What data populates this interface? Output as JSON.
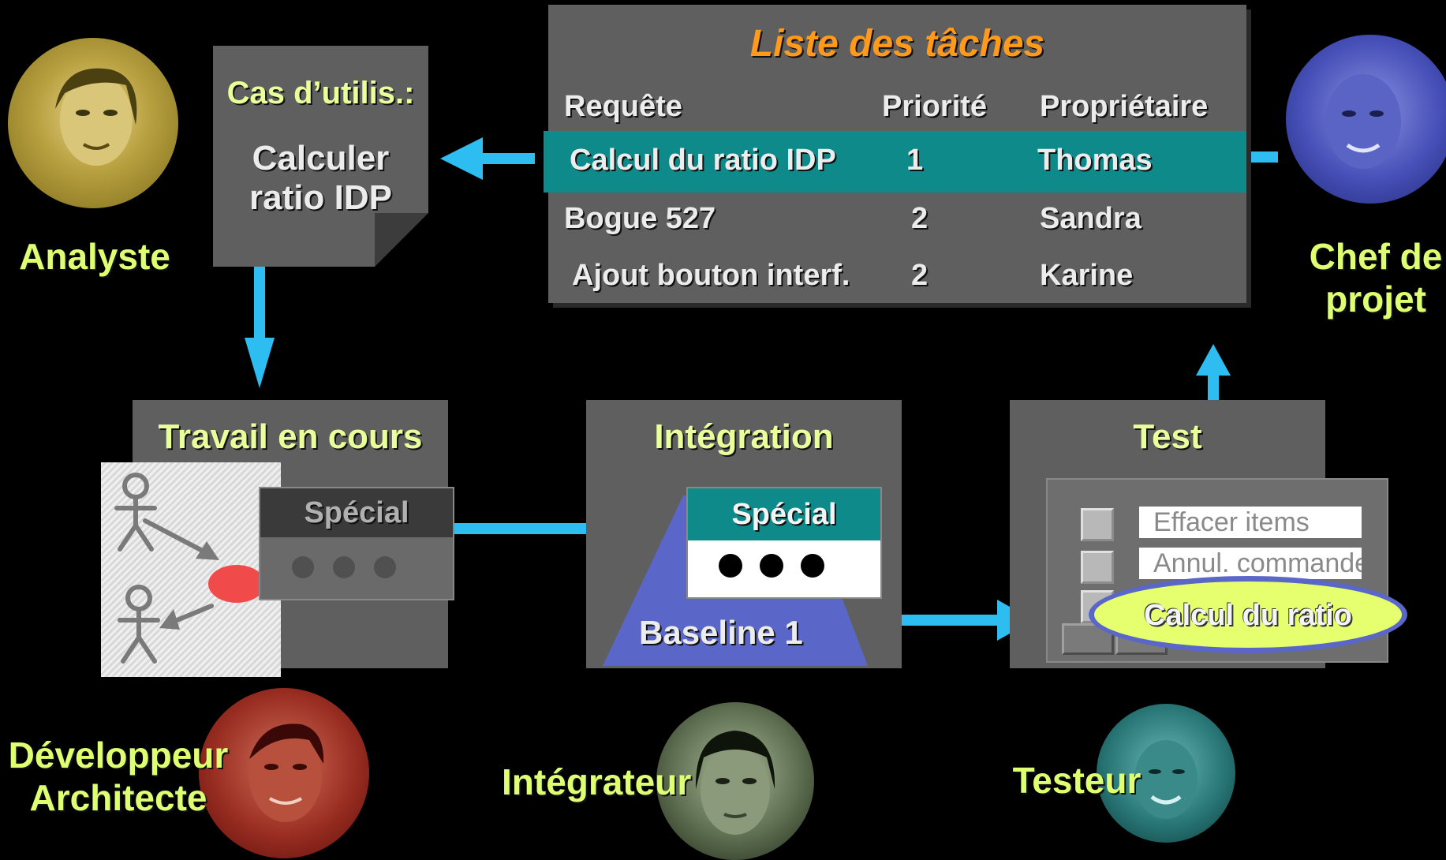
{
  "task_list": {
    "title": "Liste des tâches",
    "columns": [
      "Requête",
      "Priorité",
      "Propriétaire"
    ],
    "rows": [
      {
        "request": "Calcul du ratio IDP",
        "priority": "1",
        "owner": "Thomas"
      },
      {
        "request": "Bogue 527",
        "priority": "2",
        "owner": "Sandra"
      },
      {
        "request": "Ajout bouton interf.",
        "priority": "2",
        "owner": "Karine"
      }
    ]
  },
  "use_case": {
    "title": "Cas d’utilis.:",
    "line1": "Calculer",
    "line2": "ratio IDP"
  },
  "roles": {
    "analyst": "Analyste",
    "project_manager_1": "Chef de",
    "project_manager_2": "projet",
    "developer_1": "Développeur",
    "developer_2": "Architecte",
    "integrator": "Intégrateur",
    "tester": "Testeur"
  },
  "work_in_progress": {
    "title": "Travail en cours",
    "component": "Spécial"
  },
  "integration": {
    "title": "Intégration",
    "component": "Spécial",
    "baseline": "Baseline 1"
  },
  "test": {
    "title": "Test",
    "items": [
      "Effacer items",
      "Annul. commande"
    ],
    "highlight": "Calcul du ratio"
  },
  "colors": {
    "arrow": "#2ebdf0",
    "teal": "#0e8a8a",
    "role_text": "#dfff72",
    "title_orange": "#ff9a1a",
    "baseline": "#5a67c8",
    "ellipse": "#e6ff6e"
  }
}
